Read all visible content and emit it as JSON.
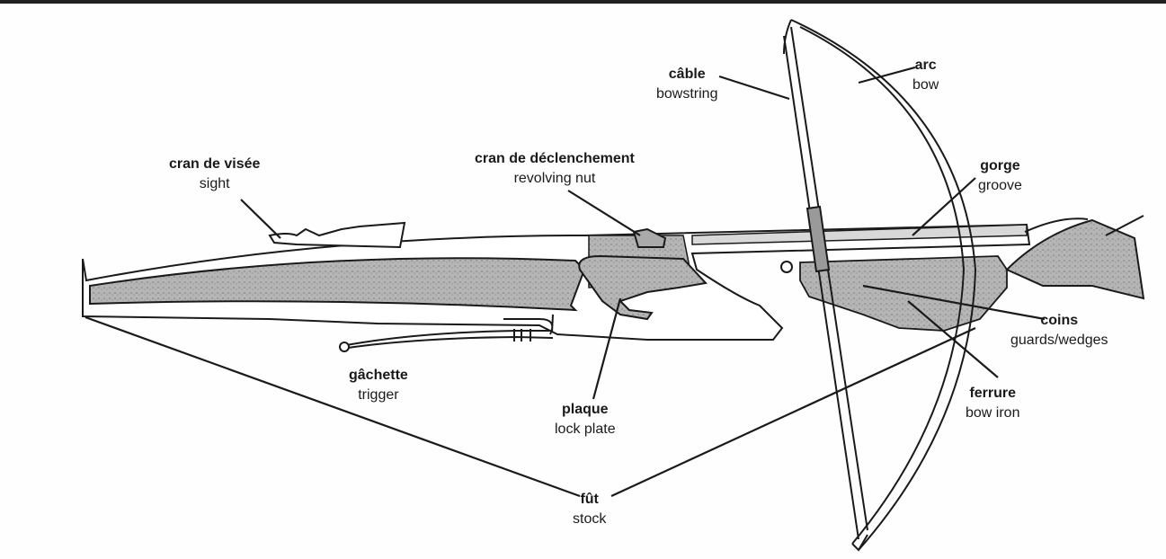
{
  "labels": {
    "cable": {
      "fr": "câble",
      "en": "bowstring"
    },
    "arc": {
      "fr": "arc",
      "en": "bow"
    },
    "visee": {
      "fr": "cran  de  visée",
      "en": "sight"
    },
    "decl": {
      "fr": "cran  de  déclenchement",
      "en": "revolving  nut"
    },
    "gorge": {
      "fr": "gorge",
      "en": "groove"
    },
    "coins": {
      "fr": "coins",
      "en": "guards/wedges"
    },
    "ferrure": {
      "fr": "ferrure",
      "en": "bow  iron"
    },
    "gachette": {
      "fr": "gâchette",
      "en": "trigger"
    },
    "plaque": {
      "fr": "plaque",
      "en": "lock  plate"
    },
    "fut": {
      "fr": "fût",
      "en": "stock"
    }
  },
  "colors": {
    "ink": "#1a1a1a",
    "shade": "#9a9a9a",
    "paper": "#fefefe"
  }
}
